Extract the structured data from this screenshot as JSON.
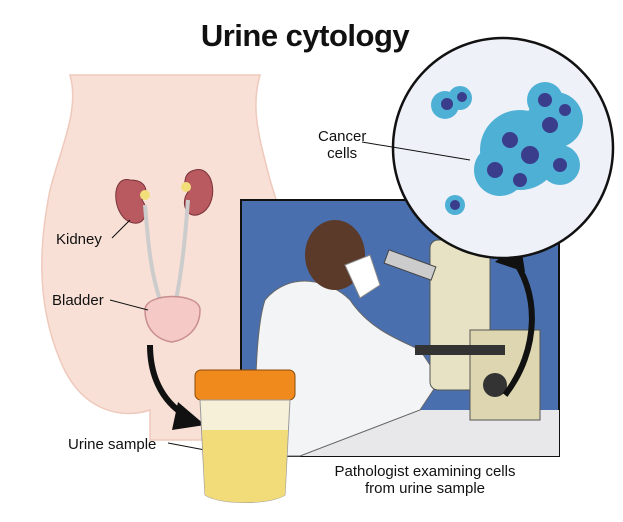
{
  "title": "Urine cytology",
  "labels": {
    "cancer_cells_line1": "Cancer",
    "cancer_cells_line2": "cells",
    "kidney": "Kidney",
    "bladder": "Bladder",
    "urine_sample": "Urine sample",
    "caption_line1": "Pathologist examining cells",
    "caption_line2": "from urine sample"
  },
  "colors": {
    "body": "#f7dcd2",
    "kidney": "#b85a60",
    "photo_bg": "#4a6fae",
    "cell": "#4fb0d6",
    "nucleus": "#3a3d8c",
    "urine": "#f2dc7a",
    "lid": "#f08a1c"
  }
}
